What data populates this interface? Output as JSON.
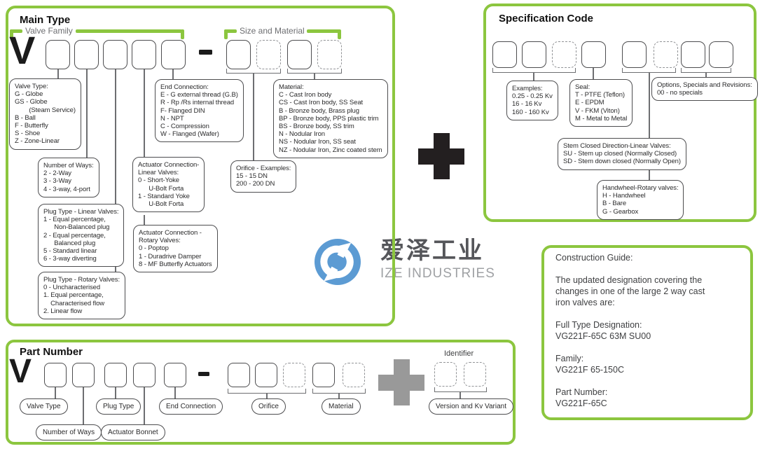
{
  "brand": {
    "cn": "爱泽工业",
    "en": "IZE INDUSTRIES"
  },
  "colors": {
    "accent_green": "#8CC63F",
    "box_border": "#4D4D4F",
    "connector_gray": "#6D6E71",
    "plus_black": "#231F20",
    "plus_gray": "#999999",
    "logo_blue": "#5C9BD3"
  },
  "main_type": {
    "title": "Main Type",
    "prefix": "V",
    "separator": "-",
    "brackets": {
      "valve_family": "Valve Family",
      "size_and_material": "Size and Material"
    },
    "labels": {
      "valve_type": "Valve Type:\nG - Globe\nGS - Globe\n        (Steam Service)\nB - Ball\nF - Butterfly\nS - Shoe\nZ - Zone-Linear",
      "end_connection": "End Connection:\nE - G external thread (G.B)\nR - Rp /Rs internal thread\nF- Flanged DIN\nN - NPT\nC - Compression\nW - Flanged (Wafer)",
      "number_of_ways": "Number of Ways:\n2 - 2-Way\n3 - 3-Way\n4 - 3-way, 4-port",
      "plug_type_linear": "Plug Type - Linear Valves:\n1 - Equal percentage,\n      Non-Balanced plug\n2 - Equal percentage,\n      Balanced plug\n5 - Standard linear\n6 - 3-way diverting",
      "plug_type_rotary": "Plug Type - Rotary Valves:\n0 - Uncharacterised\n1. Equal percentage,\n    Characterised flow\n2. Linear flow",
      "actuator_connection_linear": "Actuator Connection-\nLinear Valves:\n0 - Short-Yoke\n      U-Bolt Forta\n1 - Standard Yoke\n      U-Bolt Forta",
      "actuator_connection_rotary": "Actuator Connection -\nRotary Valves:\n0 - Poptop\n1 - Duradrive Damper\n8 - MF Butterfly Actuators",
      "orifice_examples": "Orifice - Examples:\n15 - 15 DN\n200 - 200 DN",
      "material": "Material:\nC - Cast Iron body\nCS - Cast Iron body, SS Seat\nB - Bronze body, Brass plug\nBP - Bronze body, PPS plastic trim\nBS - Bronze body, SS trim\nN - Nodular Iron\nNS - Nodular Iron, SS seat\nNZ - Nodular Iron, Zinc coated stem"
    }
  },
  "specification_code": {
    "title": "Specification Code",
    "labels": {
      "examples": "Examples:\n0.25 - 0.25 Kv\n16 - 16 Kv\n160 - 160 Kv",
      "seal": "Seal:\nT - PTFE (Teflon)\nE - EPDM\nV - FKM (Viton)\nM - Metal to Metal",
      "options": "Options, Specials and Revisions:\n00 - no specials",
      "stem_closed": "Stem Closed Direction-Linear Valves:\nSU - Stem up closed (Normally Closed)\nSD - Stem down closed (Normally Open)",
      "handwheel": "Handwheel-Rotary valves:\nH - Handwheel\nB - Bare\nG - Gearbox"
    }
  },
  "construction_guide": {
    "text": "Construction Guide:\n\nThe updated designation covering the\nchanges in one of the large 2 way cast\niron valves are:\n\nFull Type Designation:\nVG221F-65C 63M SU00\n\nFamily:\nVG221F 65-150C\n\nPart Number:\nVG221F-65C"
  },
  "part_number": {
    "title": "Part Number",
    "prefix": "V",
    "separator": "-",
    "identifier_caption": "Identifier",
    "labels": {
      "valve_type": "Valve Type",
      "number_of_ways": "Number of Ways",
      "plug_type": "Plug Type",
      "actuator_bonnet": "Actuator Bonnet",
      "end_connection": "End Connection",
      "orifice": "Orifice",
      "material": "Material",
      "version_kv": "Version and Kv Variant"
    }
  }
}
